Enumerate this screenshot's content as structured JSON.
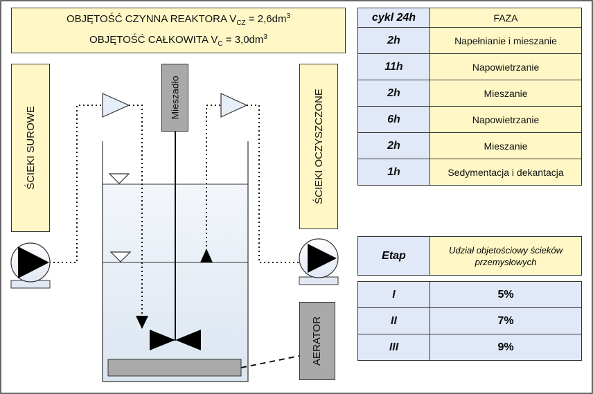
{
  "reactor_info": {
    "line1_prefix": "OBJĘTOŚĆ CZYNNA REAKTORA V",
    "line1_sub": "CZ",
    "line1_suffix": " = 2,6dm",
    "line1_sup": "3",
    "line2_prefix": "OBJĘTOŚĆ CAŁKOWITA V",
    "line2_sub": "C",
    "line2_suffix": " = 3,0dm",
    "line2_sup": "3"
  },
  "labels": {
    "raw_sewage": "ŚCIEKI SUROWE",
    "treated_sewage": "ŚCIEKI OCZYSZCZONE",
    "mixer": "Mieszadło",
    "aerator": "AERATOR"
  },
  "cycle_table": {
    "header": {
      "time": "cykl 24h",
      "phase": "FAZA"
    },
    "rows": [
      {
        "time": "2h",
        "phase": "Napełnianie i mieszanie"
      },
      {
        "time": "11h",
        "phase": "Napowietrzanie"
      },
      {
        "time": "2h",
        "phase": "Mieszanie"
      },
      {
        "time": "6h",
        "phase": "Napowietrzanie"
      },
      {
        "time": "2h",
        "phase": "Mieszanie"
      },
      {
        "time": "1h",
        "phase": "Sedymentacja i dekantacja"
      }
    ]
  },
  "stage_table": {
    "header": {
      "stage": "Etap",
      "share": "Udział objetościowy ścieków przemysłowych"
    },
    "rows": [
      {
        "stage": "I",
        "share": "5%"
      },
      {
        "stage": "II",
        "share": "7%"
      },
      {
        "stage": "III",
        "share": "9%"
      }
    ]
  },
  "colors": {
    "frame": "#333333",
    "label_fill": "#fff8c6",
    "table_blue": "#e1e8f7",
    "water_top": "#f3f6fb",
    "water_bottom": "#dbe5f1",
    "gray_block": "#a9a9a9",
    "triangle_blue": "#e6eefa"
  }
}
